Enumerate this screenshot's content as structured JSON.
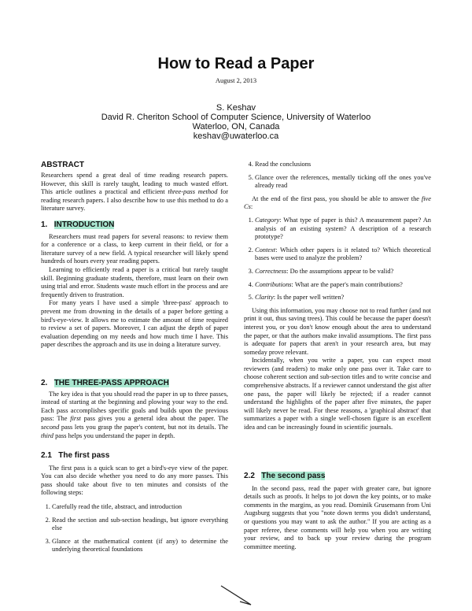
{
  "title": "How to Read a Paper",
  "date": "August 2, 2013",
  "author": {
    "name": "S. Keshav",
    "affiliation": "David R. Cheriton School of Computer Science, University of Waterloo",
    "location": "Waterloo, ON, Canada",
    "email": "keshav@uwaterloo.ca"
  },
  "abstract": {
    "heading": "ABSTRACT",
    "text_before": "Researchers spend a great deal of time reading research papers. However, this skill is rarely taught, leading to much wasted effort. This article outlines a practical and efficient ",
    "emph": "three-pass method",
    "text_after": " for reading research papers. I also describe how to use this method to do a literature survey."
  },
  "sec1": {
    "num": "1.",
    "heading": "INTRODUCTION",
    "p1": "Researchers must read papers for several reasons: to review them for a conference or a class, to keep current in their field, or for a literature survey of a new field. A typical researcher will likely spend hundreds of hours every year reading papers.",
    "p2": "Learning to efficiently read a paper is a critical but rarely taught skill. Beginning graduate students, therefore, must learn on their own using trial and error. Students waste much effort in the process and are frequently driven to frustration.",
    "p3": "For many years I have used a simple 'three-pass' approach to prevent me from drowning in the details of a paper before getting a bird's-eye-view. It allows me to estimate the amount of time required to review a set of papers. Moreover, I can adjust the depth of paper evaluation depending on my needs and how much time I have. This paper describes the approach and its use in doing a literature survey."
  },
  "sec2": {
    "num": "2.",
    "heading": "THE THREE-PASS APPROACH",
    "p1a": "The key idea is that you should read the paper in up to three passes, instead of starting at the beginning and plowing your way to the end. Each pass accomplishes specific goals and builds upon the previous pass: The ",
    "first": "first",
    "p1b": " pass gives you a general idea about the paper. The ",
    "second": "second",
    "p1c": " pass lets you grasp the paper's content, but not its details. The ",
    "third": "third",
    "p1d": " pass helps you understand the paper in depth."
  },
  "sec21": {
    "num": "2.1",
    "heading": "The first pass",
    "p1": "The first pass is a quick scan to get a bird's-eye view of the paper. You can also decide whether you need to do any more passes. This pass should take about five to ten minutes and consists of the following steps:",
    "steps": [
      "Carefully read the title, abstract, and introduction",
      "Read the section and sub-section headings, but ignore everything else",
      "Glance at the mathematical content (if any) to determine the underlying theoretical foundations",
      "Read the conclusions",
      "Glance over the references, mentally ticking off the ones you've already read"
    ],
    "five_cs_intro_a": "At the end of the first pass, you should be able to answer the ",
    "five_cs_em": "five Cs",
    "five_cs_intro_b": ":",
    "cs": [
      {
        "term": "Category",
        "text": ": What type of paper is this? A measurement paper? An analysis of an existing system? A description of a research prototype?"
      },
      {
        "term": "Context",
        "text": ": Which other papers is it related to? Which theoretical bases were used to analyze the problem?"
      },
      {
        "term": "Correctness",
        "text": ": Do the assumptions appear to be valid?"
      },
      {
        "term": "Contributions",
        "text": ": What are the paper's main contributions?"
      },
      {
        "term": "Clarity",
        "text": ": Is the paper well written?"
      }
    ],
    "p_after1": "Using this information, you may choose not to read further (and not print it out, thus saving trees). This could be because the paper doesn't interest you, or you don't know enough about the area to understand the paper, or that the authors make invalid assumptions. The first pass is adequate for papers that aren't in your research area, but may someday prove relevant.",
    "p_after2": "Incidentally, when you write a paper, you can expect most reviewers (and readers) to make only one pass over it. Take care to choose coherent section and sub-section titles and to write concise and comprehensive abstracts. If a reviewer cannot understand the gist after one pass, the paper will likely be rejected; if a reader cannot understand the highlights of the paper after five minutes, the paper will likely never be read. For these reasons, a 'graphical abstract' that summarizes a paper with a single well-chosen figure is an excellent idea and can be increasingly found in scientific journals."
  },
  "sec22": {
    "num": "2.2",
    "heading": "The second pass",
    "p1": "In the second pass, read the paper with greater care, but ignore details such as proofs. It helps to jot down the key points, or to make comments in the margins, as you read. Dominik Grusemann from Uni Augsburg suggests that you \"note down terms you didn't understand, or questions you may want to ask the author.\" If you are acting as a paper referee, these comments will help you when you are writing your review, and to back up your review during the program committee meeting."
  }
}
